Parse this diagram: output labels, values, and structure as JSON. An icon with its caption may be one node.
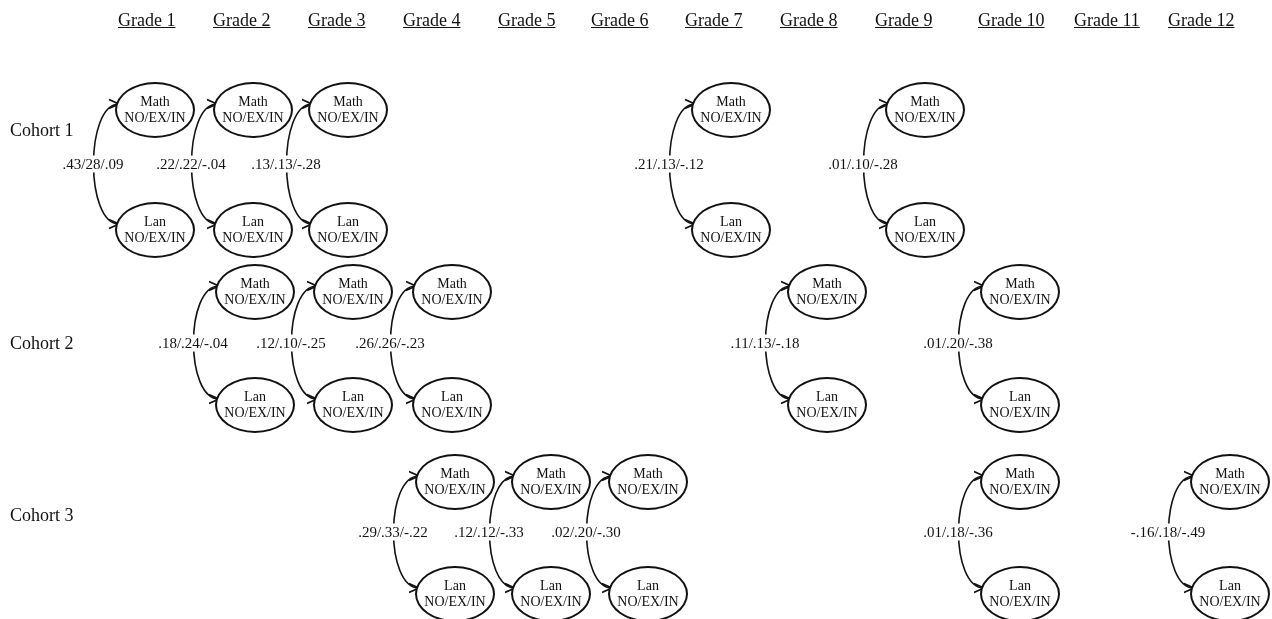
{
  "diagram": {
    "nodes": [
      {
        "text": [
          "Math NO/EX/IN"
        ]
      },
      {
        "text": [
          "Lan NO/EX/IN"
        ]
      },
      {
        "text": [
          "Math NO/EX/IN"
        ]
      },
      {
        "text": [
          "Lan NO/EX/IN"
        ]
      },
      {
        "text": [
          "Math NO/EX/IN"
        ]
      },
      {
        "text": [
          "Lan NO/EX/IN"
        ]
      },
      {
        "text": [
          "Math NO/EX/IN"
        ]
      },
      {
        "text": [
          "Lan NO/EX/IN"
        ]
      },
      {
        "text": [
          "Math NO/EX/IN"
        ]
      },
      {
        "text": [
          "Lan NO/EX/IN"
        ]
      },
      {
        "text": [
          "Math NO/EX/IN"
        ]
      },
      {
        "text": [
          "Lan NO/EX/IN"
        ]
      },
      {
        "text": [
          "Math NO/EX/IN"
        ]
      },
      {
        "text": [
          "Lan NO/EX/IN"
        ]
      },
      {
        "text": [
          "Math NO/EX/IN"
        ]
      },
      {
        "text": [
          "Lan NO/EX/IN"
        ]
      },
      {
        "text": [
          "Math NO/EX/IN"
        ]
      },
      {
        "text": [
          "Lan NO/EX/IN"
        ]
      },
      {
        "text": [
          "Math NO/EX/IN"
        ]
      },
      {
        "text": [
          "Lan NO/EX/IN"
        ]
      },
      {
        "text": [
          "Math NO/EX/IN"
        ]
      },
      {
        "text": [
          "Lan NO/EX/IN"
        ]
      },
      {
        "text": [
          "Math NO/EX/IN"
        ]
      },
      {
        "text": [
          "Lan NO/EX/IN"
        ]
      },
      {
        "text": [
          "Math NO/EX/IN"
        ]
      },
      {
        "text": [
          "Lan NO/EX/IN"
        ]
      },
      {
        "text": [
          "Math NO/EX/IN"
        ]
      },
      {
        "text": [
          "Lan NO/EX/IN"
        ]
      },
      {
        "text": [
          "Math NO/EX/IN"
        ]
      },
      {
        "text": [
          "Lan NO/EX/IN"
        ]
      }
    ],
    "edges": [
      {
        "from": 0,
        "to": 1,
        "arrow": "both",
        "label": ".43/28/.09"
      },
      {
        "from": 2,
        "to": 3,
        "arrow": "both",
        "label": ".22/.22/-.04"
      },
      {
        "from": 4,
        "to": 5,
        "arrow": "both",
        "label": ".13/.13/-.28"
      },
      {
        "from": 6,
        "to": 7,
        "arrow": "both",
        "label": ".21/.13/-.12"
      },
      {
        "from": 8,
        "to": 9,
        "arrow": "both",
        "label": ".01/.10/-.28"
      },
      {
        "from": 10,
        "to": 11,
        "arrow": "both",
        "label": ".18/.24/-.04"
      },
      {
        "from": 12,
        "to": 13,
        "arrow": "both",
        "label": ".12/.10/-.25"
      },
      {
        "from": 14,
        "to": 15,
        "arrow": "both",
        "label": ".26/.26/-.23"
      },
      {
        "from": 16,
        "to": 17,
        "arrow": "both",
        "label": ".11/.13/-.18"
      },
      {
        "from": 18,
        "to": 19,
        "arrow": "both",
        "label": ".01/.20/-.38"
      },
      {
        "from": 20,
        "to": 21,
        "arrow": "both",
        "label": ".29/.33/-.22"
      },
      {
        "from": 22,
        "to": 23,
        "arrow": "both",
        "label": ".12/.12/-.33"
      },
      {
        "from": 24,
        "to": 25,
        "arrow": "both",
        "label": ".02/.20/-.30"
      },
      {
        "from": 26,
        "to": 27,
        "arrow": "both",
        "label": ".01/.18/-.36"
      },
      {
        "from": 28,
        "to": 29,
        "arrow": "both",
        "label": "-.16/.18/-.49"
      }
    ],
    "labels": [
      "Grade 1",
      "Grade 2",
      "Grade 3",
      "Grade 4",
      "Grade 5",
      "Grade 6",
      "Grade 7",
      "Grade 8",
      "Grade 9",
      "Grade 10",
      "Grade 11",
      "Grade 12",
      "Cohort 1",
      "Cohort 2",
      "Cohort 3"
    ]
  }
}
